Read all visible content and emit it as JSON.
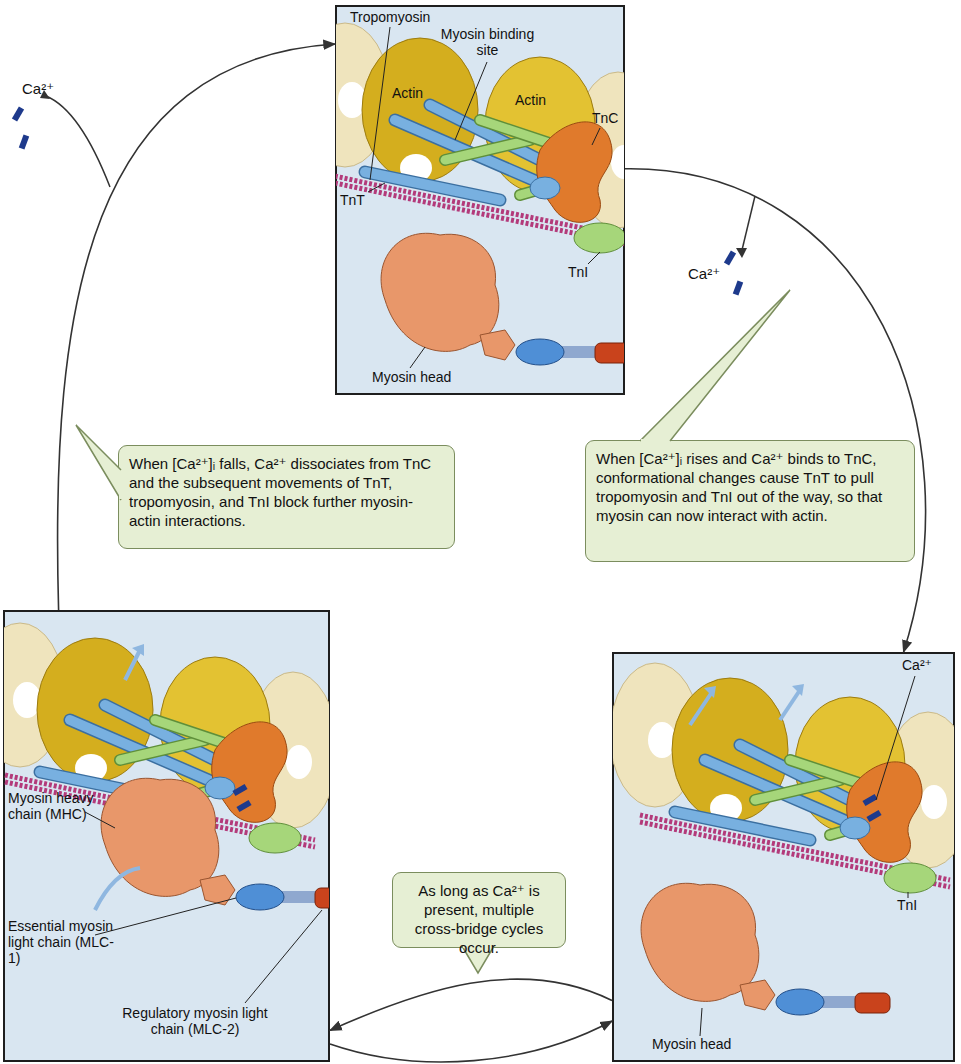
{
  "diagram": {
    "nodes": [
      {
        "text": [
          "Tropomyosin",
          "Myosin binding site",
          "Actin",
          "Actin",
          "TnC",
          "TnT",
          "TnI",
          "Myosin head"
        ]
      },
      {
        "text": [
          "When [Ca²⁺]ᵢ falls, Ca²⁺ dissociates from TnC and the subsequent movements of TnT, tropomyosin, and TnI block further myosin-actin interactions."
        ]
      },
      {
        "text": [
          "When [Ca²⁺]ᵢ rises and Ca²⁺ binds to TnC, conformational changes cause TnT to pull tropomyosin and TnI out of the way, so that myosin can now interact with actin."
        ]
      },
      {
        "text": [
          "Myosin heavy chain (MHC)",
          "Essential myosin light chain (MLC-1)",
          "Regulatory myosin light chain (MLC-2)"
        ]
      },
      {
        "text": [
          "As long as Ca²⁺ is present, multiple cross-bridge cycles occur."
        ]
      },
      {
        "text": [
          "Ca²⁺",
          "TnI",
          "Myosin head"
        ]
      }
    ],
    "edges": [
      {
        "from": 0,
        "to": 5,
        "arrow": "to"
      },
      {
        "from": 5,
        "to": 3,
        "arrow": "to"
      },
      {
        "from": 3,
        "to": 5,
        "arrow": "to"
      },
      {
        "from": 3,
        "to": 0,
        "arrow": "to"
      }
    ],
    "labels": [
      "Ca²⁺",
      "Ca²⁺"
    ]
  }
}
